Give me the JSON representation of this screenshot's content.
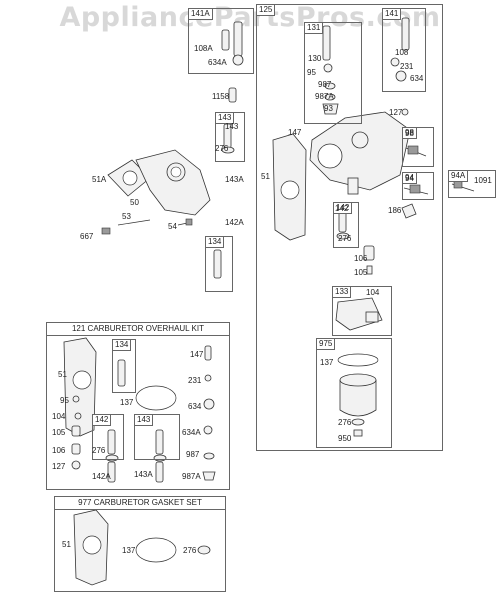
{
  "watermark": "AppliancePartsPros.com",
  "kits": {
    "overhaul_title": "121 CARBURETOR OVERHAUL KIT",
    "gasket_title": "977 CARBURETOR GASKET SET"
  },
  "boxes": {
    "b141a": "141A",
    "b125": "125",
    "b131": "131",
    "b141": "141",
    "b143": "143",
    "b134": "134",
    "b98": "98",
    "b94": "94",
    "b94a": "94A",
    "b142": "142",
    "b133": "133",
    "b975": "975",
    "k134": "134",
    "k142": "142",
    "k143": "143"
  },
  "labels": {
    "l108a": "108A",
    "l634a": "634A",
    "l1158": "1158",
    "l143": "143",
    "l276a": "276",
    "l51a": "51A",
    "l50": "50",
    "l143a": "143A",
    "l142a": "142A",
    "l53": "53",
    "l54": "54",
    "l667": "667",
    "l130": "130",
    "l95": "95",
    "l987": "987",
    "l987a": "987A",
    "l93": "93",
    "l108": "108",
    "l231": "231",
    "l634": "634",
    "l127": "127",
    "l147": "147",
    "l51": "51",
    "l98": "98",
    "l94": "94",
    "l186": "186",
    "l1091": "1091",
    "l142": "142",
    "l276b": "276",
    "l106": "106",
    "l105": "105",
    "l104": "104",
    "l137": "137",
    "l276c": "276",
    "l950": "950",
    "k51": "51",
    "k95": "95",
    "k104": "104",
    "k105": "105",
    "k106": "106",
    "k127": "127",
    "k276": "276",
    "k142a": "142A",
    "k143a": "143A",
    "k137": "137",
    "k147": "147",
    "k231": "231",
    "k634": "634",
    "k634a": "634A",
    "k987": "987",
    "k987a": "987A",
    "g51": "51",
    "g137": "137",
    "g276": "276"
  }
}
